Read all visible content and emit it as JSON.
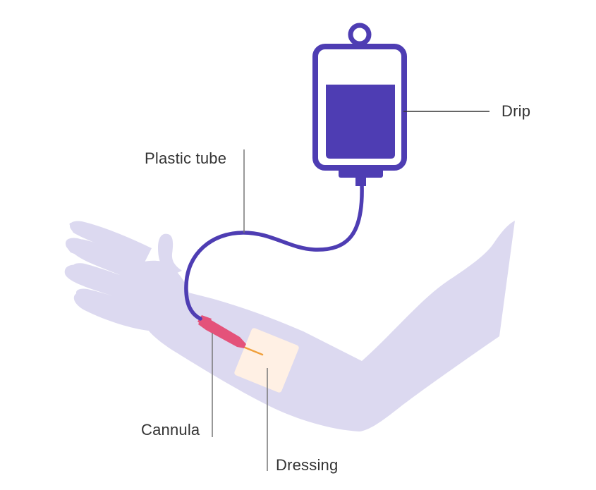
{
  "diagram": {
    "subject": "IV drip connected to cannula in arm",
    "labels": {
      "drip": "Drip",
      "plastic_tube": "Plastic tube",
      "cannula": "Cannula",
      "dressing": "Dressing"
    },
    "colors": {
      "bag": "#4e3db3",
      "arm": "#dcd9f0",
      "cannula": "#e4527a",
      "needle": "#f0a03c",
      "dressing": "#fff0e4",
      "leader_line": "#777777",
      "text": "#333333"
    }
  }
}
